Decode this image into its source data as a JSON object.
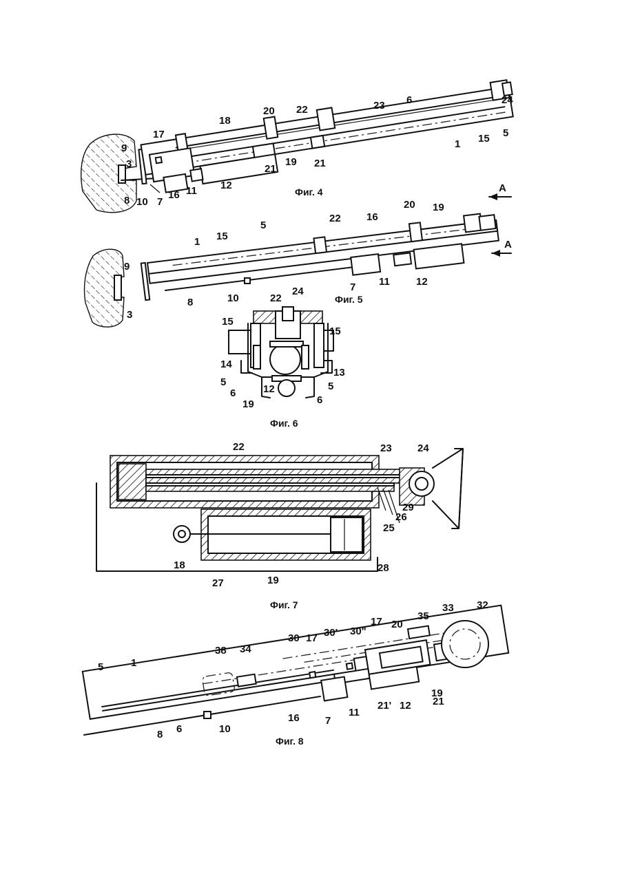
{
  "figures": {
    "fig4": {
      "caption": "Фиг. 4",
      "labels": [
        "24",
        "23",
        "6",
        "22",
        "20",
        "18",
        "17",
        "9",
        "3",
        "5",
        "15",
        "1",
        "21",
        "19",
        "21",
        "12",
        "11",
        "16",
        "7",
        "10",
        "8"
      ]
    },
    "fig5": {
      "caption": "Фиг. 5",
      "section_mark": "A",
      "labels": [
        "20",
        "19",
        "22",
        "16",
        "5",
        "1",
        "15",
        "9",
        "11",
        "12",
        "7",
        "10",
        "8",
        "3"
      ]
    },
    "fig6": {
      "caption": "Фиг. 6",
      "labels": [
        "22",
        "24",
        "15",
        "15",
        "14",
        "13",
        "5",
        "5",
        "6",
        "19",
        "12",
        "6"
      ]
    },
    "fig7": {
      "caption": "Фиг. 7",
      "labels": [
        "22",
        "23",
        "24",
        "29",
        "26",
        "25",
        "18",
        "19",
        "28",
        "27"
      ]
    },
    "fig8": {
      "caption": "Фиг. 8",
      "labels": [
        "33",
        "32",
        "35",
        "20",
        "17",
        "30\"",
        "30'",
        "30",
        "17",
        "38",
        "34",
        "5",
        "1",
        "21",
        "19",
        "21'",
        "12",
        "11",
        "7",
        "16",
        "10",
        "6",
        "8"
      ]
    }
  }
}
